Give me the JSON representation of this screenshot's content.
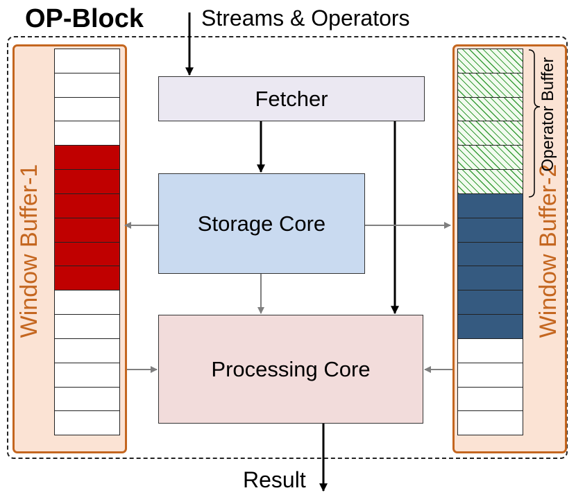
{
  "title": "OP-Block",
  "input_label": "Streams & Operators",
  "output_label": "Result",
  "components": {
    "fetcher": "Fetcher",
    "storage_core": "Storage Core",
    "processing_core": "Processing Core"
  },
  "window_buffer_1": {
    "label": "Window Buffer-1",
    "cells": [
      "empty",
      "empty",
      "empty",
      "empty",
      "red",
      "red",
      "red",
      "red",
      "red",
      "red",
      "empty",
      "empty",
      "empty",
      "empty",
      "empty",
      "empty"
    ]
  },
  "window_buffer_2": {
    "label": "Window Buffer-2",
    "operator_buffer_label": "Operator Buffer",
    "cells": [
      "hatch",
      "hatch",
      "hatch",
      "hatch",
      "hatch",
      "hatch",
      "blue",
      "blue",
      "blue",
      "blue",
      "blue",
      "blue",
      "empty",
      "empty",
      "empty",
      "empty"
    ]
  },
  "colors": {
    "filled_window_1": "#c00000",
    "filled_window_2": "#355a80",
    "operator_hatch": "#3a9d3a",
    "panel_border": "#c4661f",
    "panel_fill": "#fbe3d4"
  }
}
